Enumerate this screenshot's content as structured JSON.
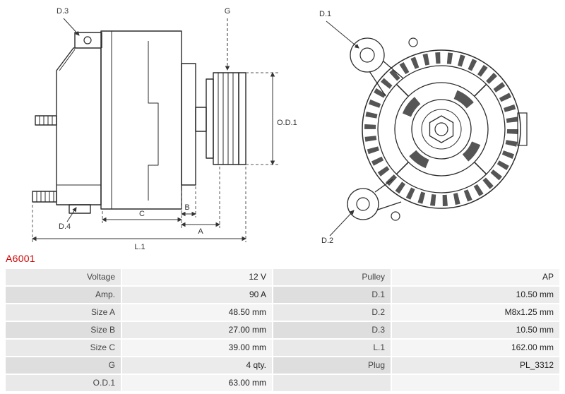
{
  "part_number": "A6001",
  "colors": {
    "part_number_accent": "#cc0000"
  },
  "diagram": {
    "labels": {
      "d3": "D.3",
      "d4": "D.4",
      "g": "G",
      "od1": "O.D.1",
      "d1": "D.1",
      "d2": "D.2",
      "a": "A",
      "b": "B",
      "c": "C",
      "l1": "L.1"
    }
  },
  "table": {
    "rows": [
      {
        "label1": "Voltage",
        "value1": "12 V",
        "label2": "Pulley",
        "value2": "AP"
      },
      {
        "label1": "Amp.",
        "value1": "90 A",
        "label2": "D.1",
        "value2": "10.50 mm"
      },
      {
        "label1": "Size A",
        "value1": "48.50 mm",
        "label2": "D.2",
        "value2": "M8x1.25 mm"
      },
      {
        "label1": "Size B",
        "value1": "27.00 mm",
        "label2": "D.3",
        "value2": "10.50 mm"
      },
      {
        "label1": "Size C",
        "value1": "39.00 mm",
        "label2": "L.1",
        "value2": "162.00 mm"
      },
      {
        "label1": "G",
        "value1": "4 qty.",
        "label2": "Plug",
        "value2": "PL_3312"
      },
      {
        "label1": "O.D.1",
        "value1": "63.00 mm",
        "label2": "",
        "value2": ""
      }
    ]
  }
}
